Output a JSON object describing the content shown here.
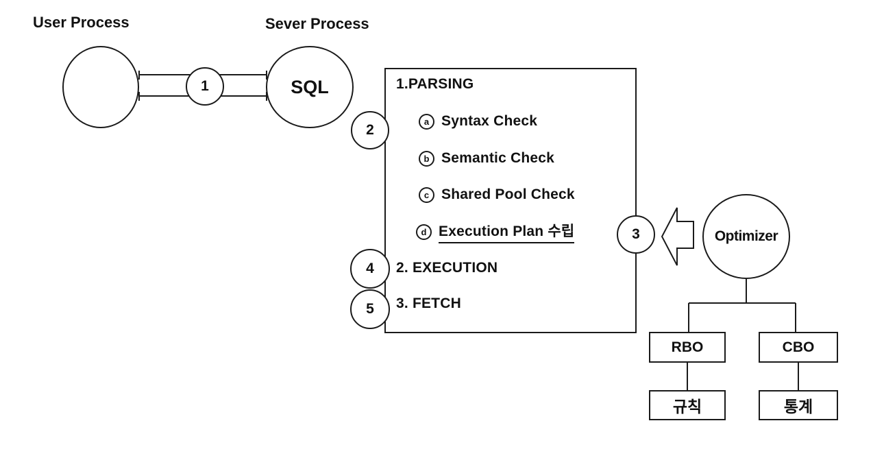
{
  "labels": {
    "user_process": "User Process",
    "server_process": "Sever Process",
    "sql": "SQL",
    "optimizer": "Optimizer"
  },
  "steps": [
    "1",
    "2",
    "3",
    "4",
    "5"
  ],
  "parsing_box": {
    "title": "1.PARSING",
    "items": [
      {
        "marker": "a",
        "text": "Syntax Check"
      },
      {
        "marker": "b",
        "text": "Semantic Check"
      },
      {
        "marker": "c",
        "text": "Shared Pool Check"
      },
      {
        "marker": "d",
        "text": "Execution Plan 수립"
      }
    ],
    "execution_label": "2. EXECUTION",
    "fetch_label": "3. FETCH"
  },
  "optimizer_tree": {
    "left": "RBO",
    "right": "CBO",
    "left_child": "규칙",
    "right_child": "통계"
  },
  "colors": {
    "line": "#1a1a1a",
    "background": "#ffffff"
  }
}
